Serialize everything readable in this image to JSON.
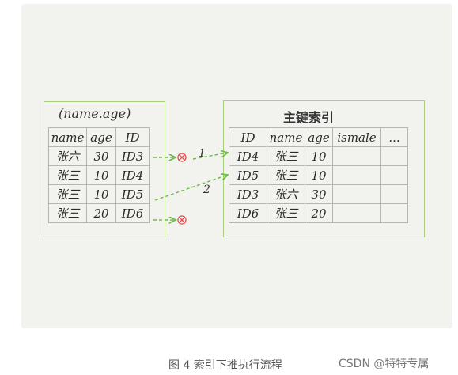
{
  "left_box": {
    "title": "(name.age)",
    "headers": [
      "name",
      "age",
      "ID"
    ],
    "rows": [
      [
        "张六",
        "30",
        "ID3"
      ],
      [
        "张三",
        "10",
        "ID4"
      ],
      [
        "张三",
        "10",
        "ID5"
      ],
      [
        "张三",
        "20",
        "ID6"
      ]
    ]
  },
  "right_box": {
    "title": "主键索引",
    "headers": [
      "ID",
      "name",
      "age",
      "ismale",
      "..."
    ],
    "rows": [
      [
        "ID4",
        "张三",
        "10",
        "",
        ""
      ],
      [
        "ID5",
        "张三",
        "10",
        "",
        ""
      ],
      [
        "ID3",
        "张六",
        "30",
        "",
        ""
      ],
      [
        "ID6",
        "张三",
        "20",
        "",
        ""
      ]
    ]
  },
  "arrow_labels": [
    "1",
    "2"
  ],
  "colors": {
    "border": "#a9cd7d",
    "arrow": "#6dbb4a",
    "cross": "#e05050",
    "panel": "#f2f2ee"
  },
  "caption": "图 4 索引下推执行流程",
  "watermark": "CSDN @特特专属"
}
